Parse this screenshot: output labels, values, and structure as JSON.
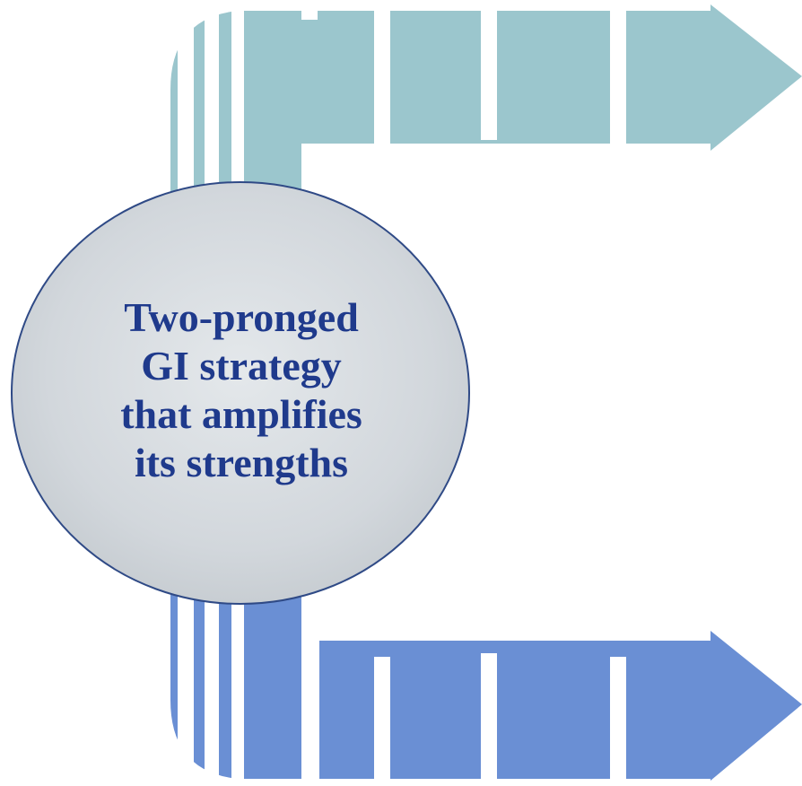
{
  "diagram": {
    "center_text_lines": [
      "Two-pronged",
      "GI strategy",
      "that amplifies",
      "its strengths"
    ]
  },
  "colors": {
    "top_arrow": "#9bc6cd",
    "bottom_arrow": "#6a8fd4",
    "circle_fill": "#d3d8dc",
    "circle_stroke": "#2f4a86",
    "text": "#1f3a8c",
    "gap": "#ffffff"
  }
}
